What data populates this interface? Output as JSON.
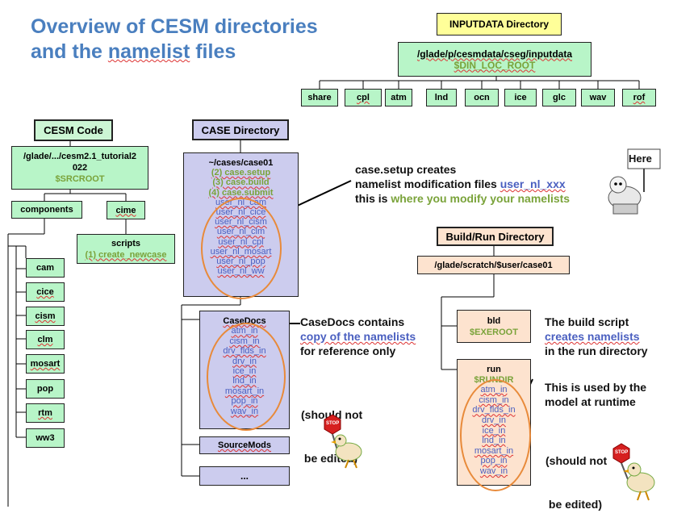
{
  "title": {
    "line1": "Overview of CESM directories",
    "line2_prefix": "and the ",
    "line2_link": "namelist",
    "line2_suffix": " files"
  },
  "inputdata": {
    "header": "INPUTDATA Directory",
    "path": "/glade/p/cesmdata/cseg/inputdata",
    "var": "$DIN_LOC_ROOT",
    "children": [
      "share",
      "cpl",
      "atm",
      "lnd",
      "ocn",
      "ice",
      "glc",
      "wav",
      "rof"
    ]
  },
  "cesm_code": {
    "header": "CESM Code",
    "path_line1": "/glade/.../cesm2.1_tutorial2",
    "path_line2": "022",
    "var": "$SRCROOT",
    "components_label": "components",
    "cime_label": "cime",
    "scripts_label": "scripts",
    "create_newcase": "(1) create_newcase",
    "component_list": [
      "cam",
      "cice",
      "cism",
      "clm",
      "mosart",
      "pop",
      "rtm",
      "ww3"
    ]
  },
  "case": {
    "header": "CASE Directory",
    "path": "~/cases/case01",
    "steps": [
      "(2) case.setup",
      "(3) case.build",
      "(4) case.submit"
    ],
    "user_nl": [
      "user_nl_cam",
      "user_nl_cice",
      "user_nl_cism",
      "user_nl_clm",
      "user_nl_cpl",
      "user_nl_mosart",
      "user_nl_pop",
      "user_nl_ww"
    ],
    "casedocs_label": "CaseDocs",
    "casedocs_items": [
      "atm_in",
      "cism_in",
      "drv_flds_in",
      "drv_in",
      "ice_in",
      "lnd_in",
      "mosart_in",
      "pop_in",
      "wav_in"
    ],
    "sourcemods_label": "SourceMods",
    "ellipsis": "..."
  },
  "annotations": {
    "setup_line1": "case.setup creates",
    "setup_line2_prefix": "namelist modification files ",
    "setup_line2_link": "user_nl_xxx",
    "setup_line3_prefix": "this is ",
    "setup_line3_green": "where you modify your namelists",
    "casedocs_line1": "CaseDocs contains",
    "casedocs_line2": "copy of the namelists",
    "casedocs_line3": "for reference only",
    "no_edit_1": "(should not",
    "no_edit_2": " be edited)",
    "build_line1": "The build script",
    "build_line2": "creates namelists",
    "build_line3": "in the run directory",
    "runtime_line1": "This is used by the",
    "runtime_line2": "model at runtime",
    "no_edit_3": "(should not",
    "no_edit_4": " be edited)",
    "here_sign": "Here",
    "stop_sign": "STOP"
  },
  "buildrun": {
    "header": "Build/Run Directory",
    "path": "/glade/scratch/$user/case01",
    "bld_label": "bld",
    "bld_var": "$EXEROOT",
    "run_label": "run",
    "run_var": "$RUNDIR",
    "run_items": [
      "atm_in",
      "cism_in",
      "drv_flds_in",
      "drv_in",
      "ice_in",
      "lnd_in",
      "mosart_in",
      "pop_in",
      "wav_in"
    ]
  }
}
